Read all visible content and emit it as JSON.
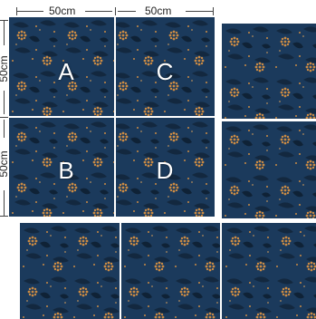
{
  "dimensions": {
    "top_left": "50cm",
    "top_right": "50cm",
    "left_top": "50cm",
    "left_bottom": "50cm"
  },
  "panels": {
    "a": "A",
    "b": "B",
    "c": "C",
    "d": "D"
  },
  "colors": {
    "background": "#1b3a5c",
    "pattern_dark": "#13283f",
    "pattern_orange": "#c98a44",
    "seam": "#ffffff"
  }
}
